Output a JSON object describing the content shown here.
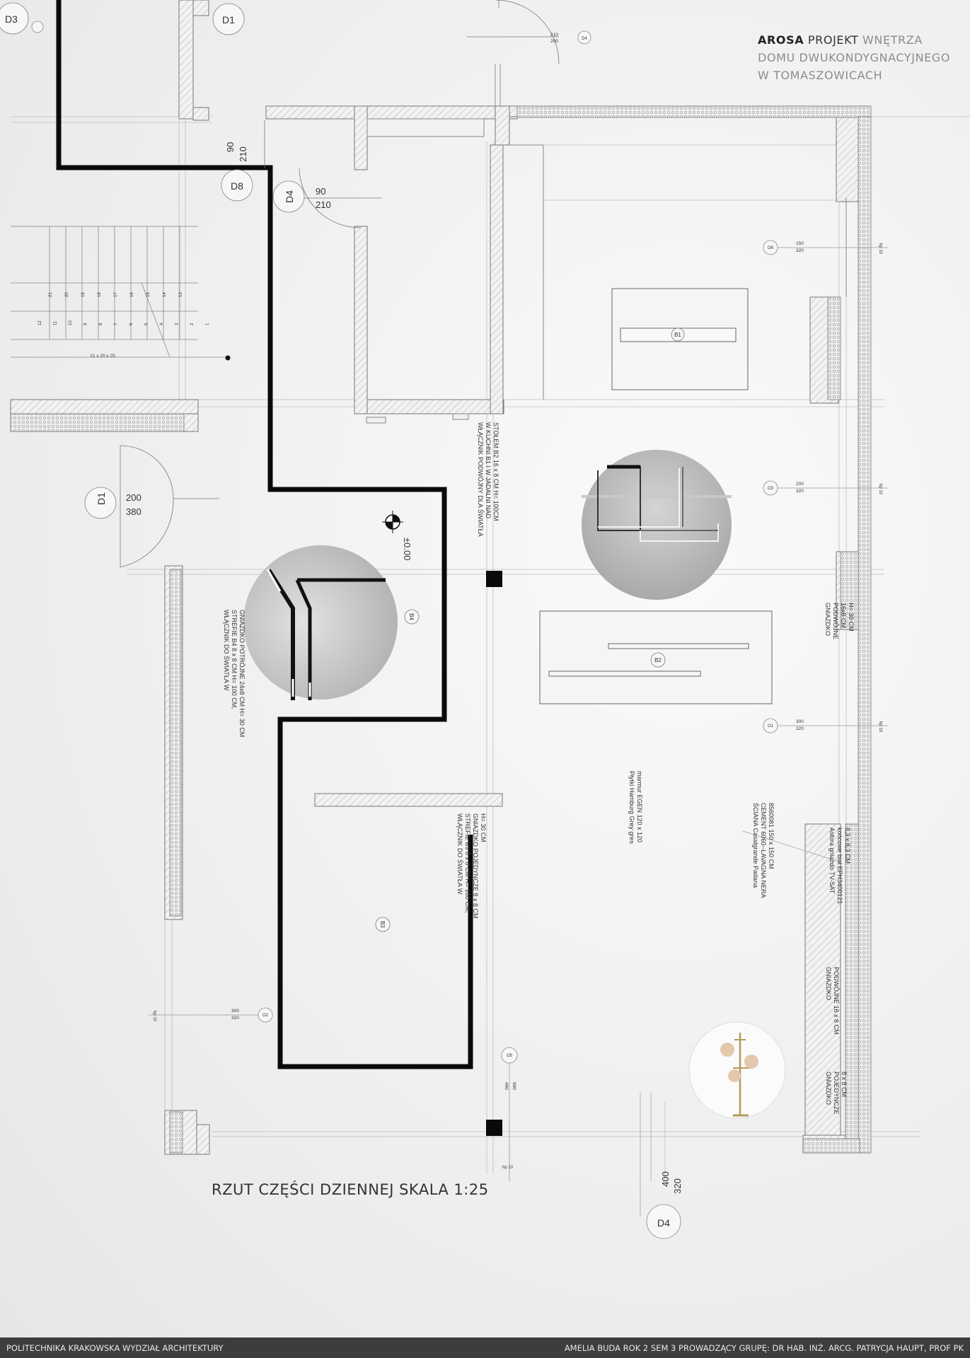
{
  "header": {
    "brand": "AROSA",
    "word_projekt": "PROJEKT",
    "line1_rest": "WNĘTRZA",
    "line2": "DOMU DWUKONDYGNACYJNEGO",
    "line3": "W TOMASZOWICACH"
  },
  "plan": {
    "title": "RZUT CZĘŚCI DZIENNEJ SKALA 1:25",
    "level": "±0.00",
    "doors": {
      "d1_top": "D1",
      "d3": "D3",
      "d8": "D8",
      "d4_top": "D4",
      "d1_left": "D1",
      "d4_bottom": "D4",
      "d4_right_small": "D4",
      "d8_w": "90",
      "d8_h": "210",
      "d4_w": "90",
      "d4_h": "210",
      "d1_w": "200",
      "d1_h": "380",
      "d4b_w": "400",
      "d4b_h": "320",
      "d4s_w": "210",
      "d4s_h": "200"
    },
    "windows": [
      {
        "tag": "O6",
        "w": "150",
        "h": "320",
        "hp": "hp 10"
      },
      {
        "tag": "O3",
        "w": "200",
        "h": "320",
        "hp": "hp 10"
      },
      {
        "tag": "O1",
        "w": "300",
        "h": "320",
        "hp": "hp 10"
      },
      {
        "tag": "O2",
        "w": "300",
        "h": "320",
        "hp": "hp 10"
      },
      {
        "tag": "O5",
        "w": "900",
        "h": "400",
        "hp": "hp 10"
      }
    ],
    "lights": {
      "b1": "B1",
      "b2": "B2",
      "b3": "B3",
      "b4": "B4"
    },
    "stair": {
      "spec": "21 x 20 x 25",
      "upper": [
        "21",
        "20",
        "19",
        "18",
        "17",
        "16",
        "15",
        "14",
        "13"
      ],
      "lower": [
        "1",
        "2",
        "3",
        "4",
        "5",
        "6",
        "7",
        "8",
        "9",
        "10",
        "11",
        "12"
      ]
    },
    "notes": {
      "switch_b1": [
        "WŁĄCZNIK PODWÓJNY DLA ŚWIATŁA",
        "W KUCHNI B1 I W JADALNI NAD",
        "STOŁEM B2 16 x 8 CM H= 100CM"
      ],
      "switch_b4": [
        "WŁĄCZNIK DO ŚWIATŁA W",
        "STREFIE B4 8 x 8 CM H= 100 CM,",
        "GNIAZDKO POTRÓJNE 24x8 CM H= 30 CM"
      ],
      "switch_b3": [
        "WŁĄCZNIK DO ŚWIATŁA W",
        "STREFIE B3 8 x 8 CM H= 100 CM,",
        "GNIAZDKO POJEDYNCZE 8 x 8 CM",
        "H= 30 CM"
      ],
      "socket_double": [
        "GNIAZDKO",
        "PODWÓJNE",
        "16x8 CM",
        "H= 30 CM"
      ],
      "floor_tiles": [
        "Płytki Hamburg Grey gres",
        "marmur EGEN 120 x 120"
      ],
      "wall": [
        "ŚCIANA Casalgrande Padana",
        "CEMENT 6060--LAVAGNA NERA",
        "8560081 150 x 150 CM"
      ],
      "tv_socket": [
        "Asfora gniazdo TV-SAT",
        "końcowe biał EPH3400121",
        "8,3 x 8,3 CM"
      ],
      "socket_double2": [
        "GNIAZDKO",
        "PODWÓJNE 16 x 8 CM"
      ],
      "socket_single": [
        "GNIAZDKO",
        "POJEDYNCZE",
        "8 x 8 CM"
      ]
    }
  },
  "footer": {
    "left": "POLITECHNIKA KRAKOWSKA WYDZIAŁ ARCHITEKTURY",
    "right": "AMELIA BUDA ROK 2 SEM 3 PROWADZĄCY GRUPĘ: DR HAB. INŻ. ARCG. PATRYCJA HAUPT, PROF PK"
  }
}
